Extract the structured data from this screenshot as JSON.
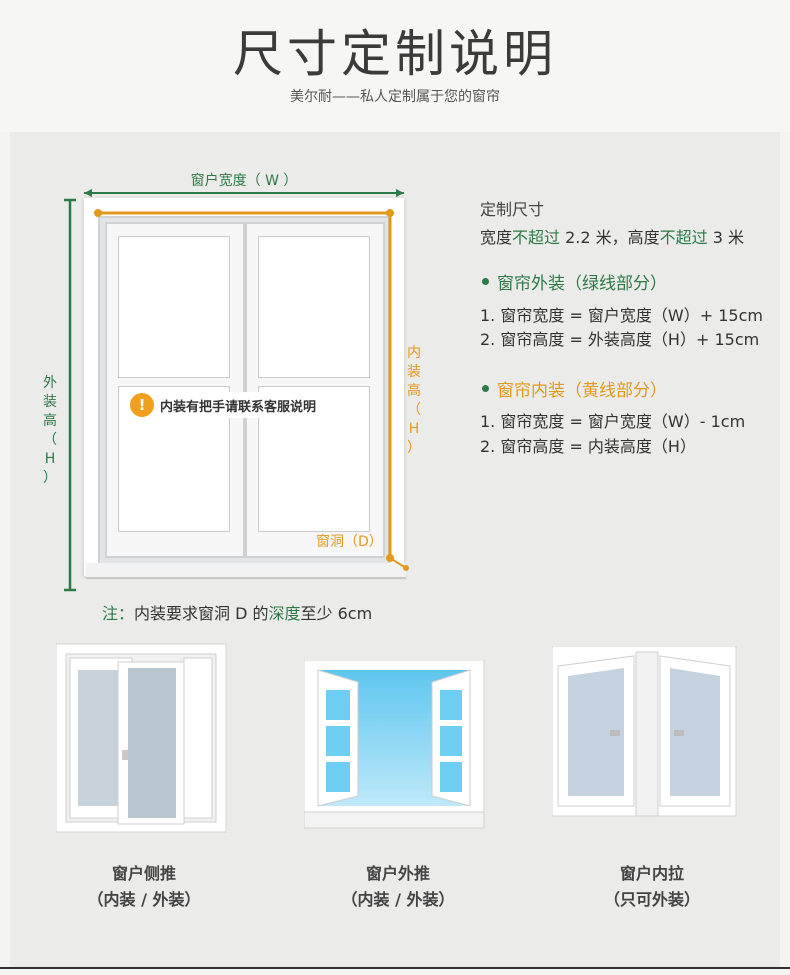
{
  "header": {
    "title": "尺寸定制说明",
    "subtitle": "美尔耐——私人定制属于您的窗帘"
  },
  "diagram": {
    "width_label": "窗户宽度（ W ）",
    "outer_height_label": [
      "外",
      "装",
      "高",
      "（",
      "H",
      "）"
    ],
    "inner_height_label": [
      "内",
      "装",
      "高",
      "（",
      "H",
      "）"
    ],
    "hole_label": "窗洞（D）",
    "warning_text": "内装有把手请联系客服说明",
    "note_prefix": "注：",
    "note_a": "内装要求窗洞 D 的",
    "note_b": "深度",
    "note_c": "至少 6cm"
  },
  "info": {
    "heading": "定制尺寸",
    "limit": {
      "a": "宽度",
      "b": "不超过",
      "c": " 2.2 米，高度",
      "d": "不超过",
      "e": " 3 米"
    },
    "outer": {
      "title": "窗帘外装（绿线部分）",
      "line1": "1. 窗帘宽度 = 窗户宽度（W）+ 15cm",
      "line2": "2. 窗帘高度 = 外装高度（H）+ 15cm"
    },
    "inner": {
      "title": "窗帘内装（黄线部分）",
      "line1": "1. 窗帘宽度 = 窗户宽度（W）- 1cm",
      "line2": "2. 窗帘高度 = 内装高度（H）"
    }
  },
  "types": [
    {
      "name": "窗户侧推",
      "mode": "（内装 / 外装）"
    },
    {
      "name": "窗户外推",
      "mode": "（内装 / 外装）"
    },
    {
      "name": "窗户内拉",
      "mode": "（只可外装）"
    }
  ],
  "colors": {
    "green": "#2d7a47",
    "orange": "#e39a1b",
    "sky": "#5ec6ee"
  }
}
